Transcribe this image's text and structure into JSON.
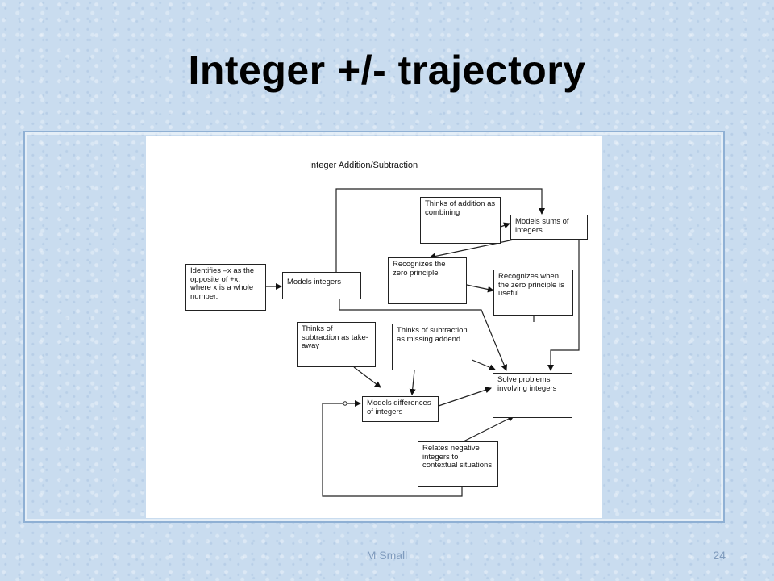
{
  "slide": {
    "title": "Integer +/- trajectory",
    "footer_author": "M Small",
    "page_number": "24"
  },
  "diagram": {
    "title": "Integer Addition/Subtraction",
    "nodes": {
      "identifies": "Identifies –x as the opposite of +x, where x is a whole number.",
      "models_integers": "Models integers",
      "addition_combining": "Thinks of addition as combining",
      "models_sums": "Models sums of integers",
      "zero_principle": "Recognizes the zero principle",
      "zero_useful": "Recognizes when the zero principle is useful",
      "take_away": "Thinks of subtraction as take-away",
      "missing_addend": "Thinks of subtraction as missing addend",
      "solve_problems": "Solve problems involving integers",
      "models_differences": "Models differences of integers",
      "relates_negative": "Relates negative integers to contextual situations"
    }
  }
}
